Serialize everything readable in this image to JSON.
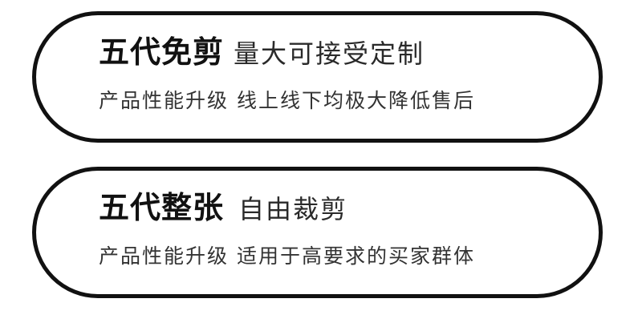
{
  "cards": [
    {
      "title_bold": "五代免剪",
      "title_light": "量大可接受定制",
      "subtitle_a": "产品性能升级",
      "subtitle_b": "线上线下均极大降低售后"
    },
    {
      "title_bold": "五代整张",
      "title_light": "自由裁剪",
      "subtitle_a": "产品性能升级",
      "subtitle_b": "适用于高要求的买家群体"
    }
  ],
  "colors": {
    "border": "#111111",
    "text": "#111111",
    "background": "#ffffff"
  }
}
